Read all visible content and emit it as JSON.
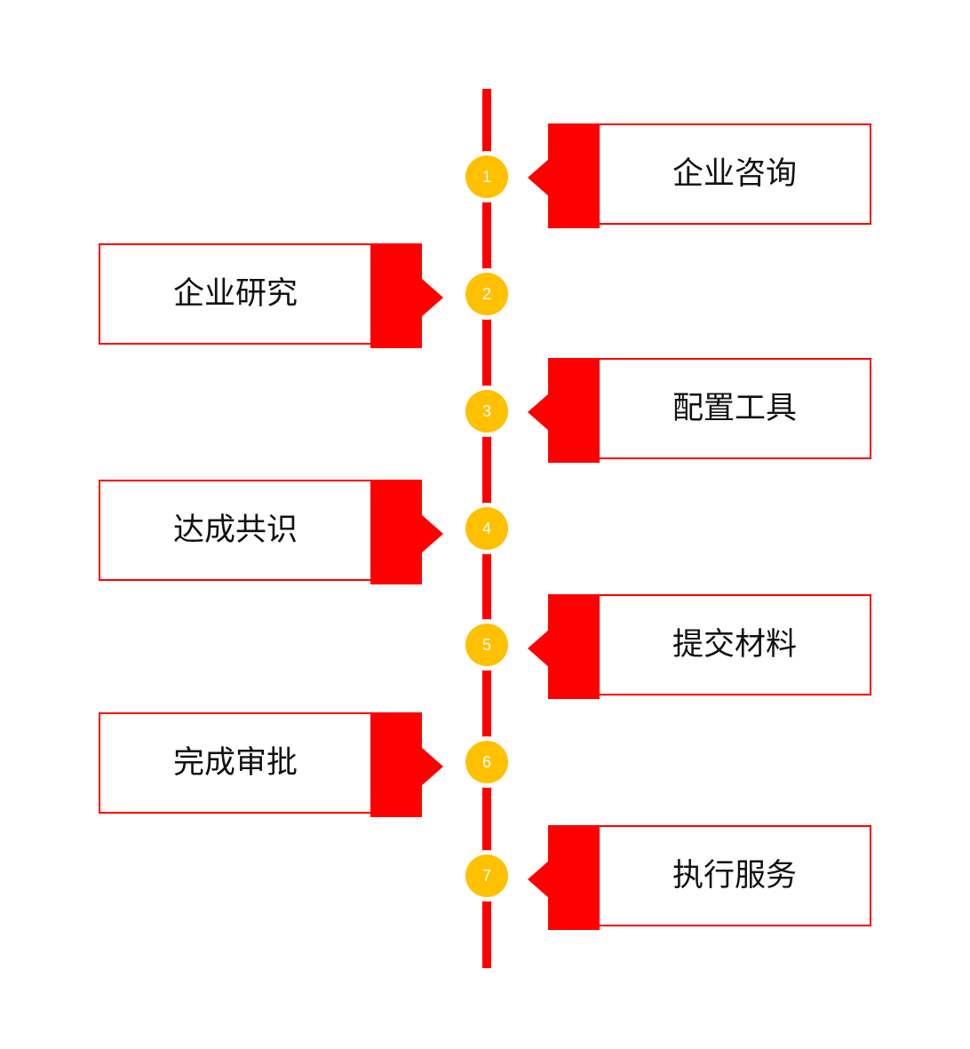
{
  "colors": {
    "accent": "#ff0000",
    "marker": "#ffc000",
    "text": "#111111"
  },
  "steps": [
    {
      "number": "1",
      "label": "企业咨询"
    },
    {
      "number": "2",
      "label": "企业研究"
    },
    {
      "number": "3",
      "label": "配置工具"
    },
    {
      "number": "4",
      "label": "达成共识"
    },
    {
      "number": "5",
      "label": "提交材料"
    },
    {
      "number": "6",
      "label": "完成审批"
    },
    {
      "number": "7",
      "label": "执行服务"
    }
  ]
}
